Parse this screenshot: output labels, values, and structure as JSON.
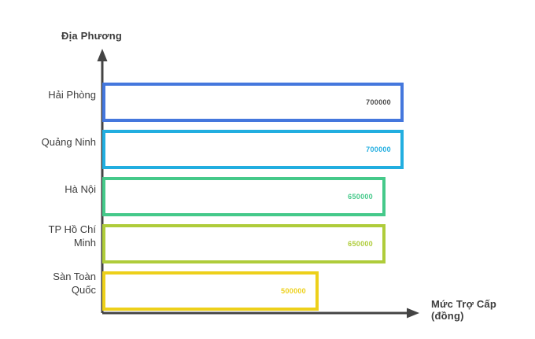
{
  "chart_data": {
    "type": "bar",
    "orientation": "horizontal",
    "title": "",
    "xlabel": "Mức Trợ Cấp\n(đồng)",
    "ylabel": "Địa Phương",
    "categories": [
      "Hải Phòng",
      "Quảng Ninh",
      "Hà Nội",
      "TP Hồ Chí\nMinh",
      "Sàn Toàn\nQuốc"
    ],
    "values": [
      700000,
      700000,
      650000,
      650000,
      500000
    ],
    "value_labels": [
      "700000",
      "700000",
      "650000",
      "650000",
      "500000"
    ],
    "colors": [
      "#4477DD",
      "#22AEE0",
      "#45C98A",
      "#AFCC3A",
      "#EDD01A"
    ],
    "label_colors": [
      "#4a4a4a",
      "#22AEE0",
      "#45C98A",
      "#AFCC3A",
      "#EDD01A"
    ],
    "xlim": [
      0,
      730000
    ],
    "grid": false,
    "legend": "none",
    "axis_color": "#444444",
    "background": "#ffffff"
  },
  "axes": {
    "y_title": "Địa Phương",
    "x_title": "Mức Trợ Cấp\n(đồng)"
  },
  "bars": [
    {
      "category": "Hải Phòng",
      "value_label": "700000",
      "color": "#4477DD",
      "label_color": "#4a4a4a"
    },
    {
      "category": "Quảng Ninh",
      "value_label": "700000",
      "color": "#22AEE0",
      "label_color": "#22AEE0"
    },
    {
      "category": "Hà Nội",
      "value_label": "650000",
      "color": "#45C98A",
      "label_color": "#45C98A"
    },
    {
      "category": "TP Hồ Chí\nMinh",
      "value_label": "650000",
      "color": "#AFCC3A",
      "label_color": "#AFCC3A"
    },
    {
      "category": "Sàn Toàn\nQuốc",
      "value_label": "500000",
      "color": "#EDD01A",
      "label_color": "#EDD01A"
    }
  ]
}
